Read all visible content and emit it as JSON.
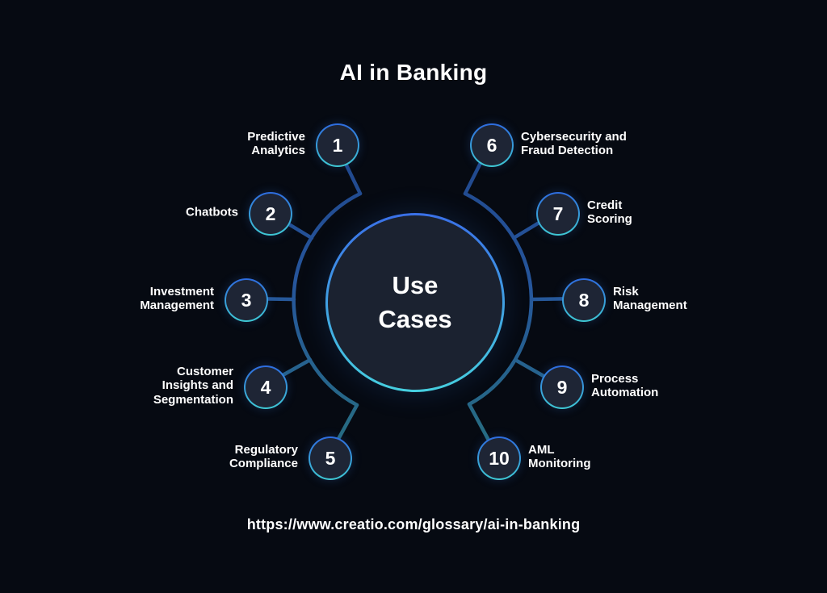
{
  "title": "AI in Banking",
  "center": {
    "label": "Use\nCases"
  },
  "footer": {
    "url": "https://www.creatio.com/glossary/ai-in-banking"
  },
  "colors": {
    "background": "#060a12",
    "node_fill": "#1e2535",
    "center_fill": "#1b2230",
    "accent_blue": "#2e6bdf",
    "accent_teal": "#3fc9d4",
    "connector_blue": "#1f4489",
    "connector_teal": "#27737a",
    "text": "#ffffff"
  },
  "nodes": [
    {
      "number": "1",
      "label": "Predictive\nAnalytics",
      "side": "left"
    },
    {
      "number": "2",
      "label": "Chatbots",
      "side": "left"
    },
    {
      "number": "3",
      "label": "Investment\nManagement",
      "side": "left"
    },
    {
      "number": "4",
      "label": "Customer\nInsights and\nSegmentation",
      "side": "left"
    },
    {
      "number": "5",
      "label": "Regulatory\nCompliance",
      "side": "left"
    },
    {
      "number": "6",
      "label": "Cybersecurity and\nFraud Detection",
      "side": "right"
    },
    {
      "number": "7",
      "label": "Credit\nScoring",
      "side": "right"
    },
    {
      "number": "8",
      "label": "Risk\nManagement",
      "side": "right"
    },
    {
      "number": "9",
      "label": "Process\nAutomation",
      "side": "right"
    },
    {
      "number": "10",
      "label": "AML\nMonitoring",
      "side": "right"
    }
  ]
}
